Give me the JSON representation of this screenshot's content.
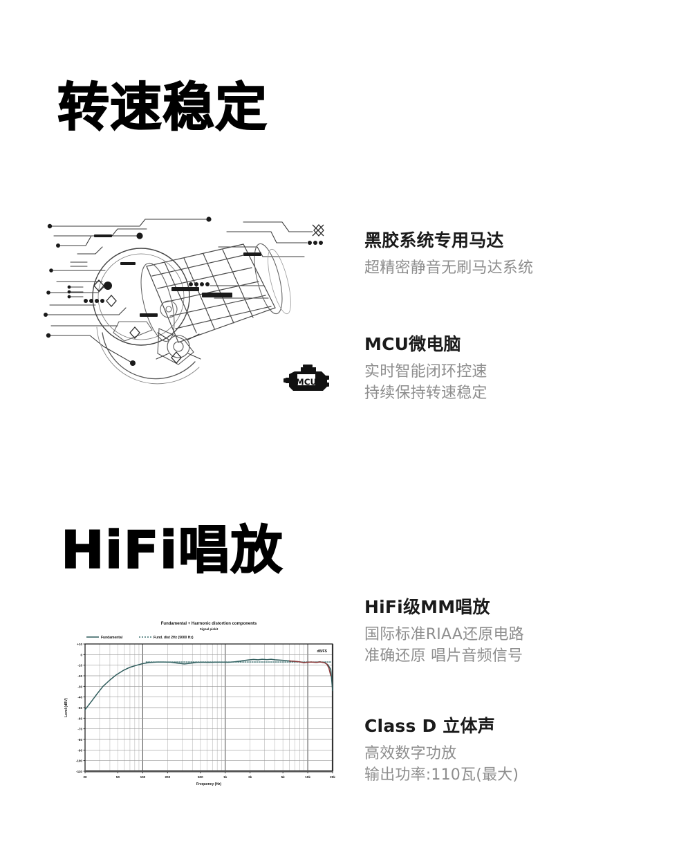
{
  "page": {
    "background": "#ffffff",
    "text_color": "#1a1a1a",
    "muted_color": "#8e8e8e",
    "curve_color": "#2f5c5c",
    "curve_alt_color": "#8c3a3a"
  },
  "sections": [
    {
      "title": "转速稳定",
      "features": [
        {
          "heading": "黑胶系统专用马达",
          "lines": [
            "超精密静音无刷马达系统"
          ]
        },
        {
          "heading": "MCU微电脑",
          "lines": [
            "实时智能闭环控速",
            "持续保持转速稳定"
          ]
        }
      ],
      "illustration": {
        "name": "brushless-motor-technical-drawing",
        "badge_label": "MCU"
      }
    },
    {
      "title": "HiFi唱放",
      "features": [
        {
          "heading": "HiFi级MM唱放",
          "lines": [
            "国际标准RIAA还原电路",
            "准确还原 唱片音频信号"
          ]
        },
        {
          "heading": "Class D 立体声",
          "lines": [
            "高效数字功放",
            "输出功率:110瓦(最大)"
          ]
        }
      ]
    }
  ],
  "chart_data": {
    "type": "line",
    "title": "Fundamental + Harmonic distortion components",
    "subtitle": "Signal pickit",
    "xlabel": "Frequency (Hz)",
    "ylabel": "Level (dBV)",
    "xscale": "log",
    "grid": true,
    "legend_position": "top-left",
    "legend": [
      {
        "label": "Fundamental",
        "style": "solid",
        "color": "#2f5c5c"
      },
      {
        "label": "Fund. dist 2Hz (5000 Hz)",
        "style": "dotted",
        "color": "#3f7070"
      }
    ],
    "annotation": "dB/FS",
    "xlim": [
      20,
      20000
    ],
    "ylim": [
      -110,
      10
    ],
    "xticks": [
      20,
      50,
      100,
      200,
      500,
      1000,
      2000,
      5000,
      10000,
      20000
    ],
    "xtick_labels": [
      "20",
      "50",
      "100",
      "200",
      "500",
      "1k",
      "2k",
      "5k",
      "10k",
      "20k"
    ],
    "yticks": [
      10,
      0,
      -10,
      -20,
      -30,
      -40,
      -50,
      -60,
      -70,
      -80,
      -90,
      -100,
      -110
    ],
    "ytick_labels": [
      "+10",
      "0",
      "-10",
      "-20",
      "-30",
      "-40",
      "-50",
      "-60",
      "-70",
      "-80",
      "-90",
      "-100",
      "-110"
    ],
    "series": [
      {
        "name": "Fundamental",
        "color": "#2f5c5c",
        "x": [
          20,
          24,
          28,
          33,
          40,
          48,
          58,
          70,
          85,
          100,
          120,
          150,
          180,
          220,
          260,
          320,
          380,
          450,
          520,
          620,
          700,
          820,
          950,
          1100,
          1300,
          1500,
          1700,
          1900,
          2200,
          2500,
          2800,
          3200,
          3600,
          4000,
          4500,
          5000,
          5600,
          6300,
          7000,
          8000,
          9000,
          10000,
          11000,
          12500,
          14000,
          16000,
          17500,
          19000,
          20000
        ],
        "y": [
          -52,
          -44,
          -37,
          -30,
          -24,
          -19,
          -15,
          -12,
          -10,
          -8.5,
          -7.5,
          -7,
          -7,
          -7.2,
          -8,
          -8.8,
          -8.2,
          -7.4,
          -7.2,
          -7.4,
          -7.3,
          -7.1,
          -7.2,
          -7.3,
          -6.8,
          -6.2,
          -5.6,
          -5.1,
          -4.6,
          -4.9,
          -4.4,
          -4.8,
          -4.4,
          -4.9,
          -5.2,
          -5.4,
          -5.8,
          -6.1,
          -6.4,
          -6.9,
          -7.6,
          -7.2,
          -7.0,
          -7.3,
          -6.9,
          -7.6,
          -9.5,
          -14,
          -34
        ]
      },
      {
        "name": "Fund. dist 2Hz (5000 Hz)",
        "color": "#3f7070",
        "style": "dotted",
        "x": [
          110,
          200,
          400,
          800,
          1600,
          3200,
          6400,
          12800,
          19000
        ],
        "y": [
          -7,
          -7,
          -7,
          -7,
          -7,
          -7,
          -7,
          -7,
          -7
        ]
      },
      {
        "name": "Harmonic trace",
        "color": "#8c3a3a",
        "x": [
          6000,
          7000,
          8000,
          9000,
          10000,
          11000,
          12000,
          13000,
          14000,
          15000,
          16000,
          17000,
          18000,
          19000
        ],
        "y": [
          -6.0,
          -6.4,
          -6.9,
          -7.6,
          -7.2,
          -7.0,
          -7.2,
          -7.4,
          -6.9,
          -7.3,
          -7.7,
          -9.0,
          -12.5,
          -20
        ]
      }
    ]
  }
}
